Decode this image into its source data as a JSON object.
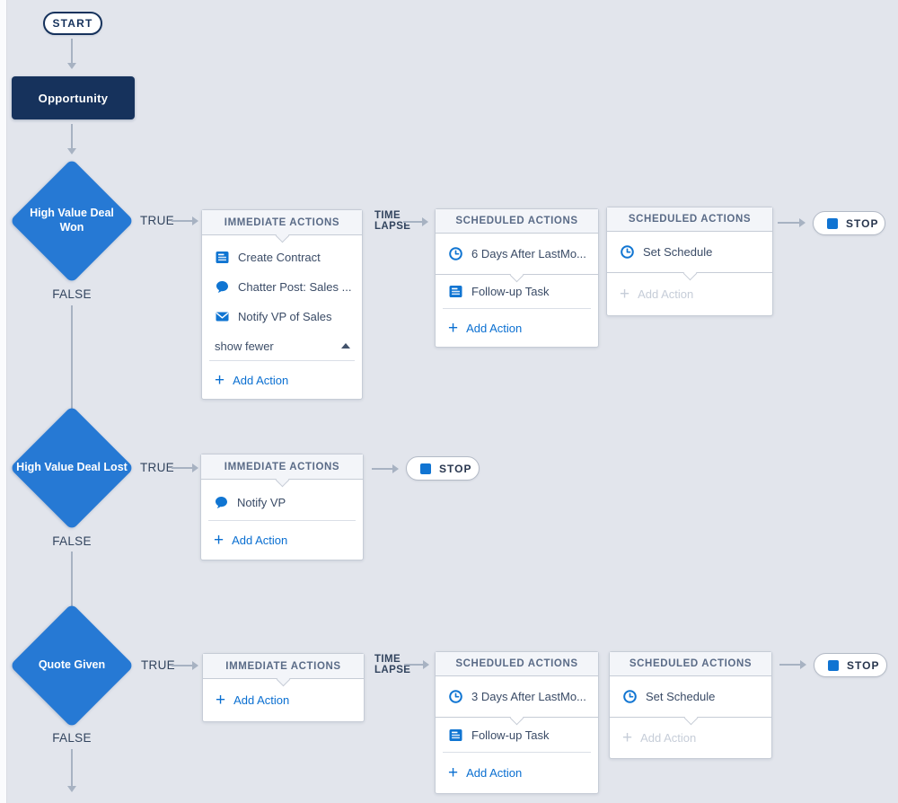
{
  "shared": {
    "true_label": "TRUE",
    "false_label": "FALSE",
    "time_lapse": [
      "TIME",
      "LAPSE"
    ],
    "plus": "+",
    "colors": {
      "canvas": "#e2e5ec",
      "navy": "#16325c",
      "node_blue": "#2679d4",
      "icon_blue": "#1075d2",
      "link_blue": "#0a6fd1",
      "arrow_gray": "#a7b2c2"
    }
  },
  "start": {
    "label": "START"
  },
  "trigger": {
    "label": "Opportunity"
  },
  "rows": [
    {
      "condition": "High Value Deal Won",
      "stop_label": "STOP",
      "immediate": {
        "header": "IMMEDIATE ACTIONS",
        "actions": [
          {
            "icon": "task-icon",
            "label": "Create Contract"
          },
          {
            "icon": "chatter-icon",
            "label": "Chatter Post: Sales ..."
          },
          {
            "icon": "email-icon",
            "label": "Notify VP of Sales"
          }
        ],
        "collapse_label": "show fewer",
        "add_action_label": "Add Action"
      },
      "scheduled": [
        {
          "header": "SCHEDULED ACTIONS",
          "schedule_label": "6 Days After LastMo...",
          "actions": [
            {
              "icon": "task-icon",
              "label": "Follow-up Task"
            }
          ],
          "add_action_label": "Add Action",
          "add_action_enabled": true
        },
        {
          "header": "SCHEDULED ACTIONS",
          "schedule_label": "Set Schedule",
          "actions": [],
          "add_action_label": "Add Action",
          "add_action_enabled": false
        }
      ]
    },
    {
      "condition": "High Value Deal Lost",
      "stop_label": "STOP",
      "immediate": {
        "header": "IMMEDIATE ACTIONS",
        "actions": [
          {
            "icon": "chatter-icon",
            "label": "Notify VP"
          }
        ],
        "add_action_label": "Add Action"
      },
      "scheduled": []
    },
    {
      "condition": "Quote Given",
      "stop_label": "STOP",
      "immediate": {
        "header": "IMMEDIATE ACTIONS",
        "actions": [],
        "add_action_label": "Add Action"
      },
      "scheduled": [
        {
          "header": "SCHEDULED ACTIONS",
          "schedule_label": "3 Days After LastMo...",
          "actions": [
            {
              "icon": "task-icon",
              "label": "Follow-up Task"
            }
          ],
          "add_action_label": "Add Action",
          "add_action_enabled": true
        },
        {
          "header": "SCHEDULED ACTIONS",
          "schedule_label": "Set Schedule",
          "actions": [],
          "add_action_label": "Add Action",
          "add_action_enabled": false
        }
      ]
    }
  ]
}
